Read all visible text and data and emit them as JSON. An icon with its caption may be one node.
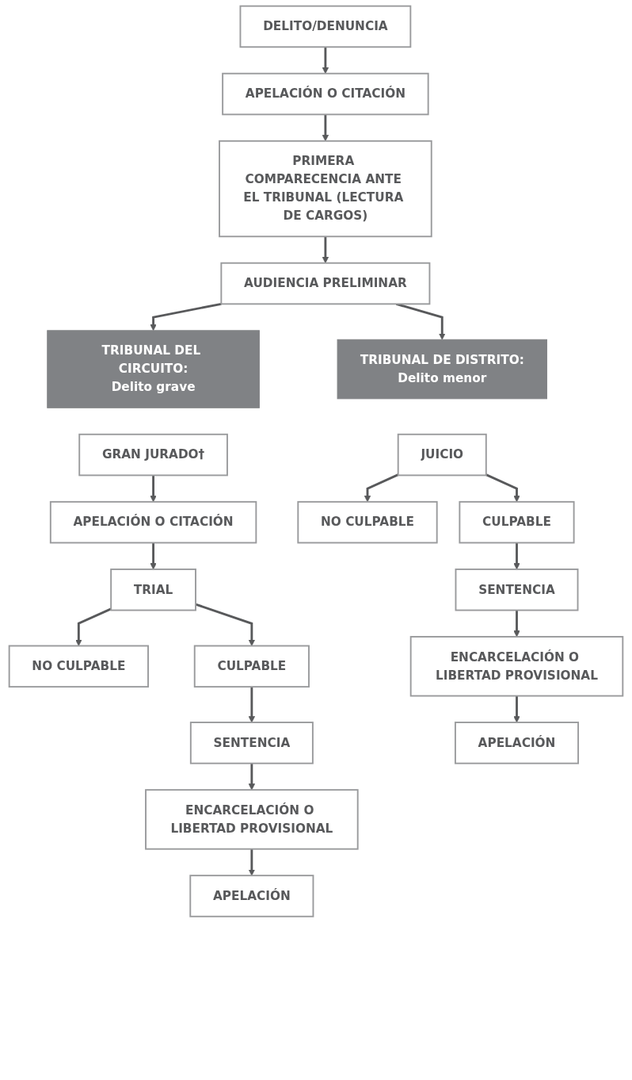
{
  "diagram": {
    "nodes": [
      {
        "text": [
          "DELITO/DENUNCIA"
        ]
      },
      {
        "text": [
          "APELACIÓN O CITACIÓN"
        ]
      },
      {
        "text": [
          "PRIMERA COMPARECENCIA ANTE EL TRIBUNAL (LECTURA DE CARGOS)"
        ]
      },
      {
        "text": [
          "AUDIENCIA PRELIMINAR"
        ]
      },
      {
        "text": [
          "TRIBUNAL DEL CIRCUITO:",
          "Delito grave"
        ]
      },
      {
        "text": [
          "TRIBUNAL DE DISTRITO:",
          "Delito menor"
        ]
      },
      {
        "text": [
          "GRAN JURADO†"
        ]
      },
      {
        "text": [
          "APELACIÓN O CITACIÓN"
        ]
      },
      {
        "text": [
          "TRIAL"
        ]
      },
      {
        "text": [
          "NO CULPABLE"
        ]
      },
      {
        "text": [
          "CULPABLE"
        ]
      },
      {
        "text": [
          "SENTENCIA"
        ]
      },
      {
        "text": [
          "ENCARCELACIÓN O LIBERTAD PROVISIONAL"
        ]
      },
      {
        "text": [
          "APELACIÓN"
        ]
      },
      {
        "text": [
          "JUICIO"
        ]
      },
      {
        "text": [
          "NO CULPABLE"
        ]
      },
      {
        "text": [
          "CULPABLE"
        ]
      },
      {
        "text": [
          "SENTENCIA"
        ]
      },
      {
        "text": [
          "ENCARCELACIÓN O LIBERTAD PROVISIONAL"
        ]
      },
      {
        "text": [
          "APELACIÓN"
        ]
      }
    ],
    "edges": [
      {
        "from": 0,
        "to": 1,
        "arrow": "to"
      },
      {
        "from": 1,
        "to": 2,
        "arrow": "to"
      },
      {
        "from": 2,
        "to": 3,
        "arrow": "to"
      },
      {
        "from": 3,
        "to": 4,
        "arrow": "to"
      },
      {
        "from": 3,
        "to": 5,
        "arrow": "to"
      },
      {
        "from": 6,
        "to": 7,
        "arrow": "to"
      },
      {
        "from": 7,
        "to": 8,
        "arrow": "to"
      },
      {
        "from": 8,
        "to": 9,
        "arrow": "to"
      },
      {
        "from": 8,
        "to": 10,
        "arrow": "to"
      },
      {
        "from": 10,
        "to": 11,
        "arrow": "to"
      },
      {
        "from": 11,
        "to": 12,
        "arrow": "to"
      },
      {
        "from": 12,
        "to": 13,
        "arrow": "to"
      },
      {
        "from": 14,
        "to": 15,
        "arrow": "to"
      },
      {
        "from": 14,
        "to": 16,
        "arrow": "to"
      },
      {
        "from": 16,
        "to": 17,
        "arrow": "to"
      },
      {
        "from": 17,
        "to": 18,
        "arrow": "to"
      },
      {
        "from": 18,
        "to": 19,
        "arrow": "to"
      }
    ]
  }
}
